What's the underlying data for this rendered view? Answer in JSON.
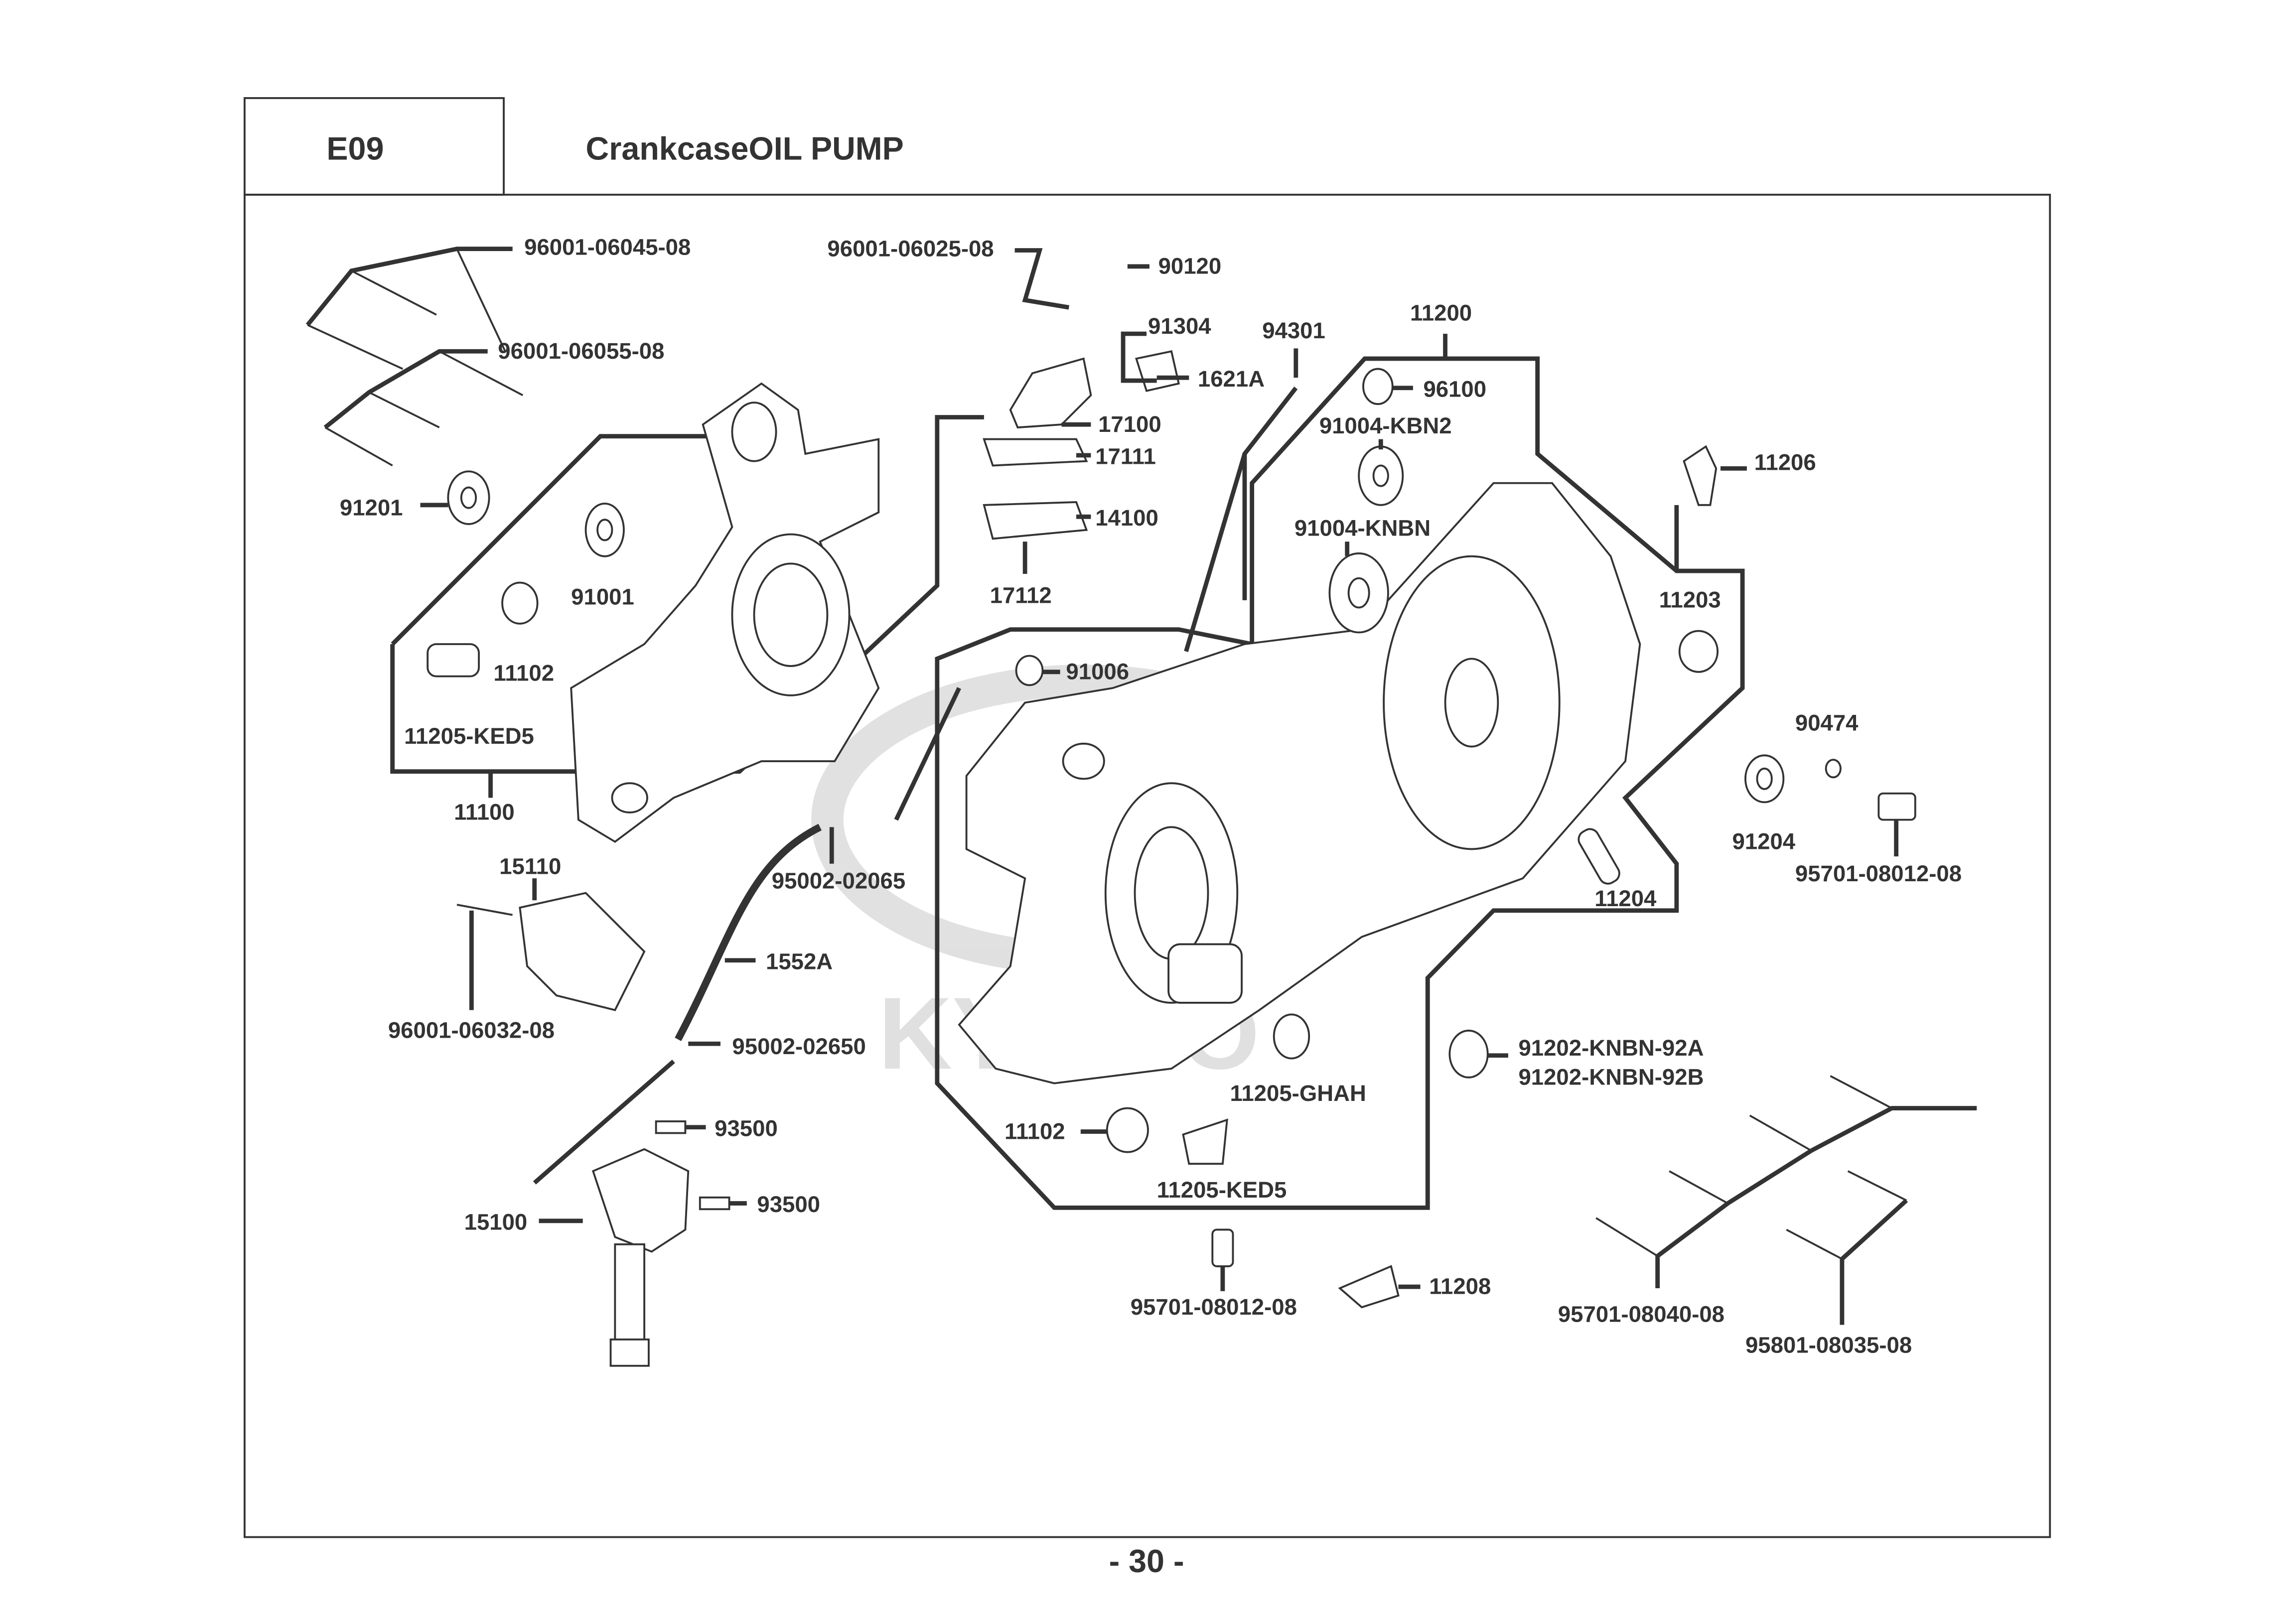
{
  "header": {
    "section_code": "E09",
    "title": "CrankcaseOIL PUMP"
  },
  "watermark": "KYMCO",
  "page_number": "- 30 -",
  "part_labels": [
    "96001-06045-08",
    "96001-06025-08",
    "90120",
    "91304",
    "1621A",
    "94301",
    "11200",
    "96100",
    "91004-KBN2",
    "96001-06055-08",
    "17100",
    "17111",
    "11206",
    "91201",
    "14100",
    "91004-KNBN",
    "91001",
    "17112",
    "11203",
    "11102",
    "91006",
    "90474",
    "11205-KED5",
    "11100",
    "91204",
    "95002-02065",
    "95701-08012-08",
    "15110",
    "11204",
    "1552A",
    "96001-06032-08",
    "95002-02650",
    "91202-KNBN-92A",
    "91202-KNBN-92B",
    "11205-GHAH",
    "93500",
    "11102",
    "93500",
    "11205-KED5",
    "15100",
    "11208",
    "95701-08012-08",
    "95701-08040-08",
    "95801-08035-08"
  ]
}
